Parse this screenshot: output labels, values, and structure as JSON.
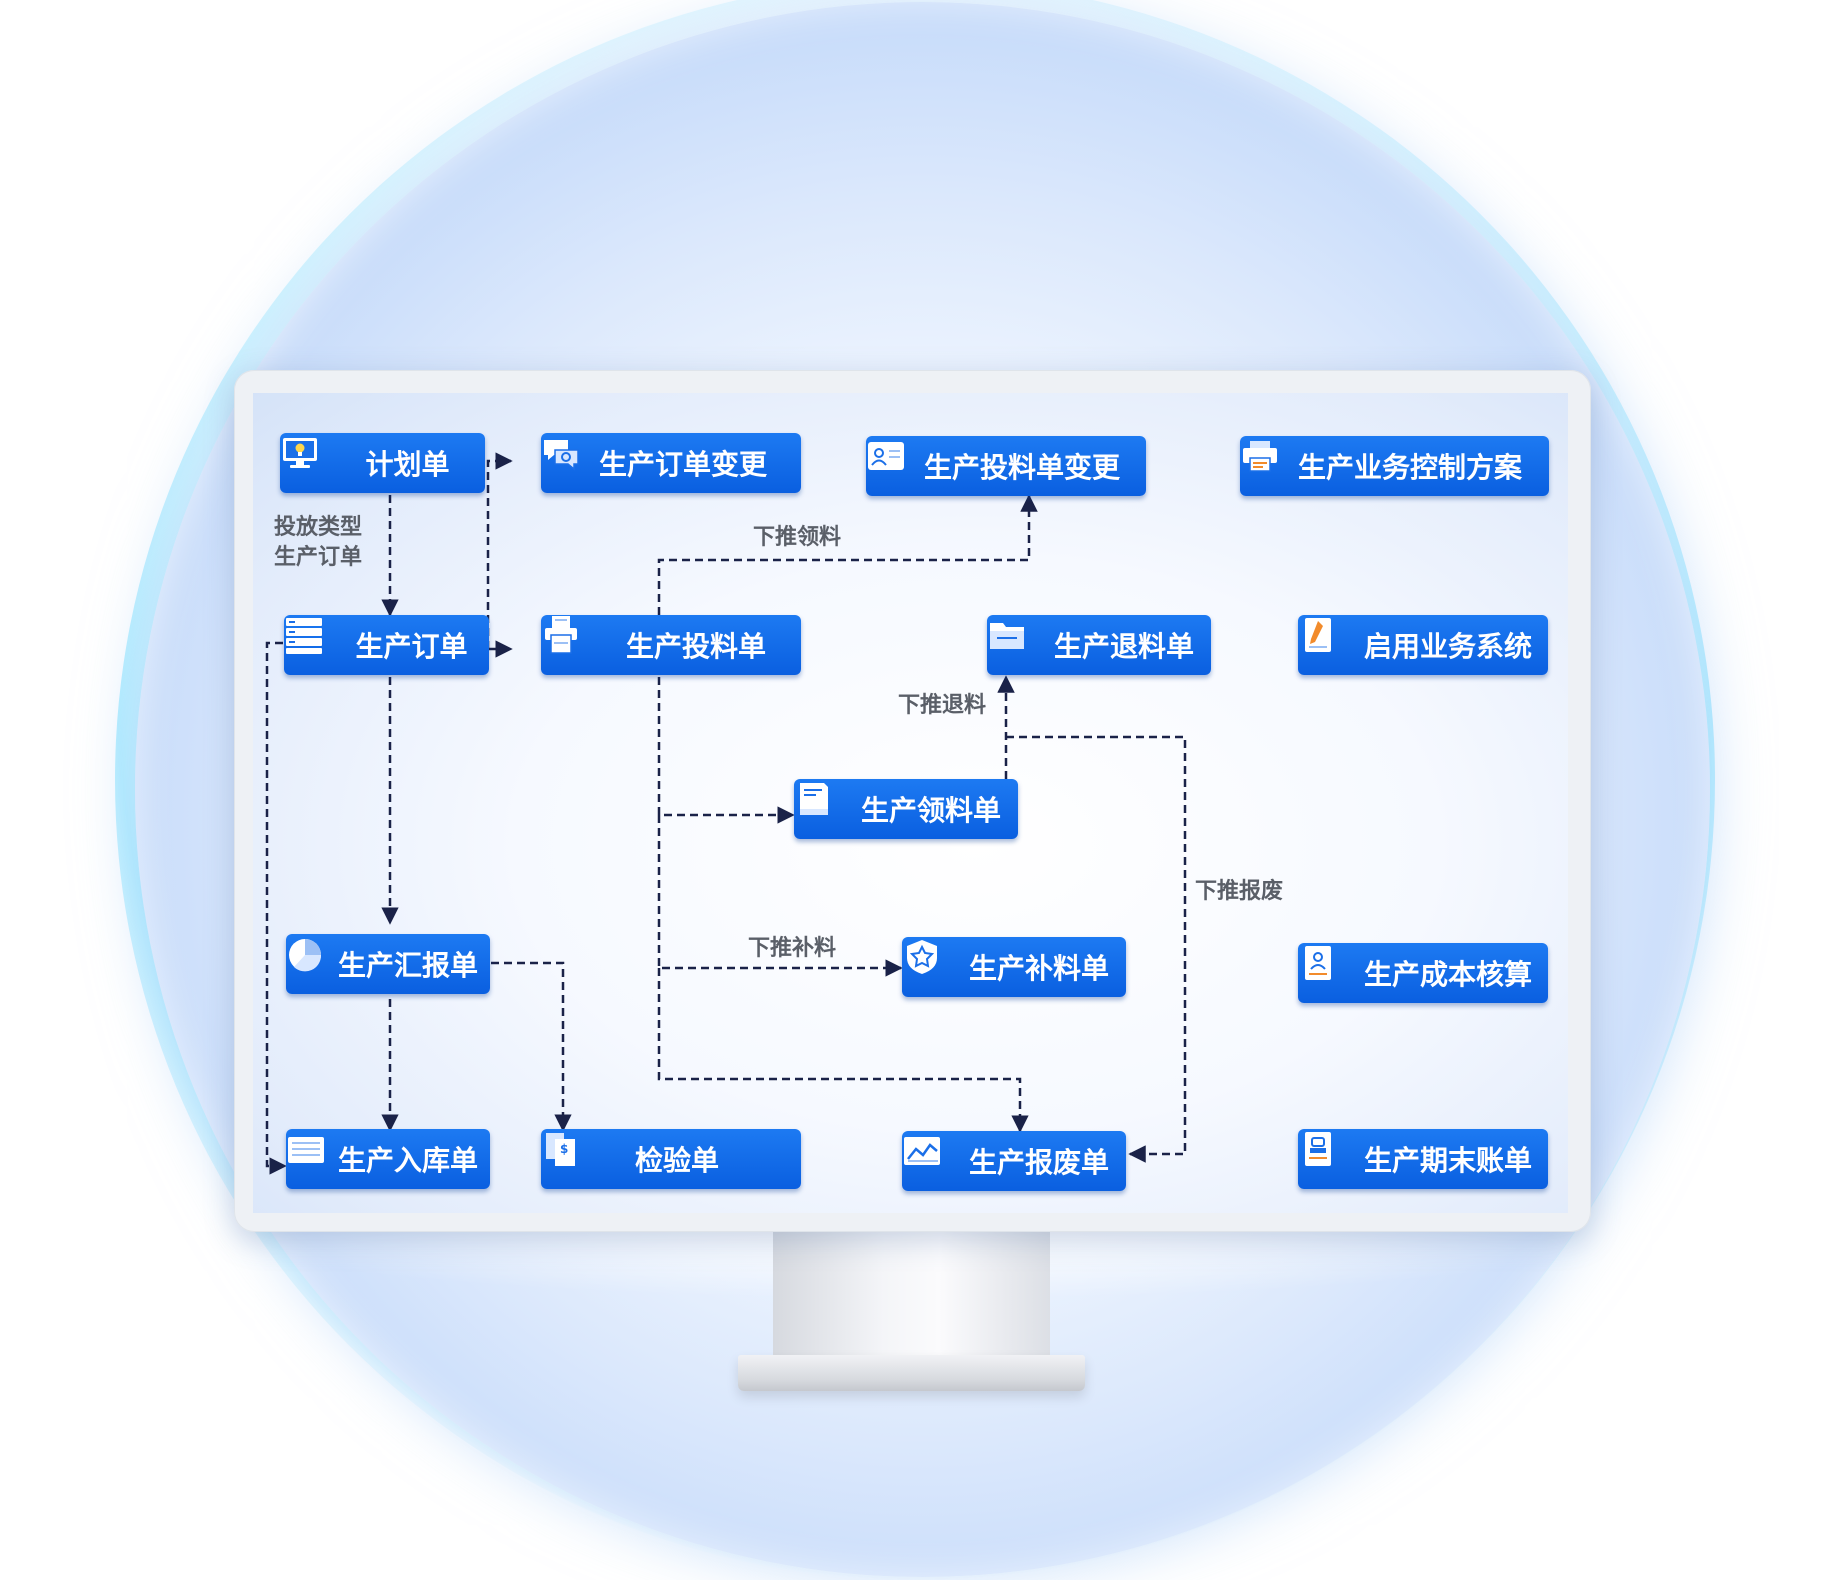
{
  "nodes": {
    "plan": "计划单",
    "order_change": "生产订单变更",
    "feed_change": "生产投料单变更",
    "control_plan": "生产业务控制方案",
    "order": "生产订单",
    "feed": "生产投料单",
    "return": "生产退料单",
    "enable_system": "启用业务系统",
    "pick": "生产领料单",
    "report": "生产汇报单",
    "supplement": "生产补料单",
    "cost": "生产成本核算",
    "inbound": "生产入库单",
    "inspection": "检验单",
    "scrap": "生产报废单",
    "period_end": "生产期末账单"
  },
  "edge_labels": {
    "plan_to_order_line1": "投放类型",
    "plan_to_order_line2": "生产订单",
    "push_pick": "下推领料",
    "push_return": "下推退料",
    "push_scrap": "下推报废",
    "push_supplement": "下推补料"
  },
  "colors": {
    "node_fill": "#0f67e8",
    "connector": "#1a2248",
    "label_text": "#5a5f68"
  },
  "icons": [
    "monitor-bulb-icon",
    "chat-bubbles-icon",
    "contact-card-icon",
    "printer-icon",
    "server-list-icon",
    "document-printer-icon",
    "folder-icon",
    "pencil-document-icon",
    "book-icon",
    "pie-chart-icon",
    "star-shield-icon",
    "person-document-icon",
    "keyboard-list-icon",
    "money-document-icon",
    "line-chart-icon",
    "stamp-document-icon"
  ]
}
